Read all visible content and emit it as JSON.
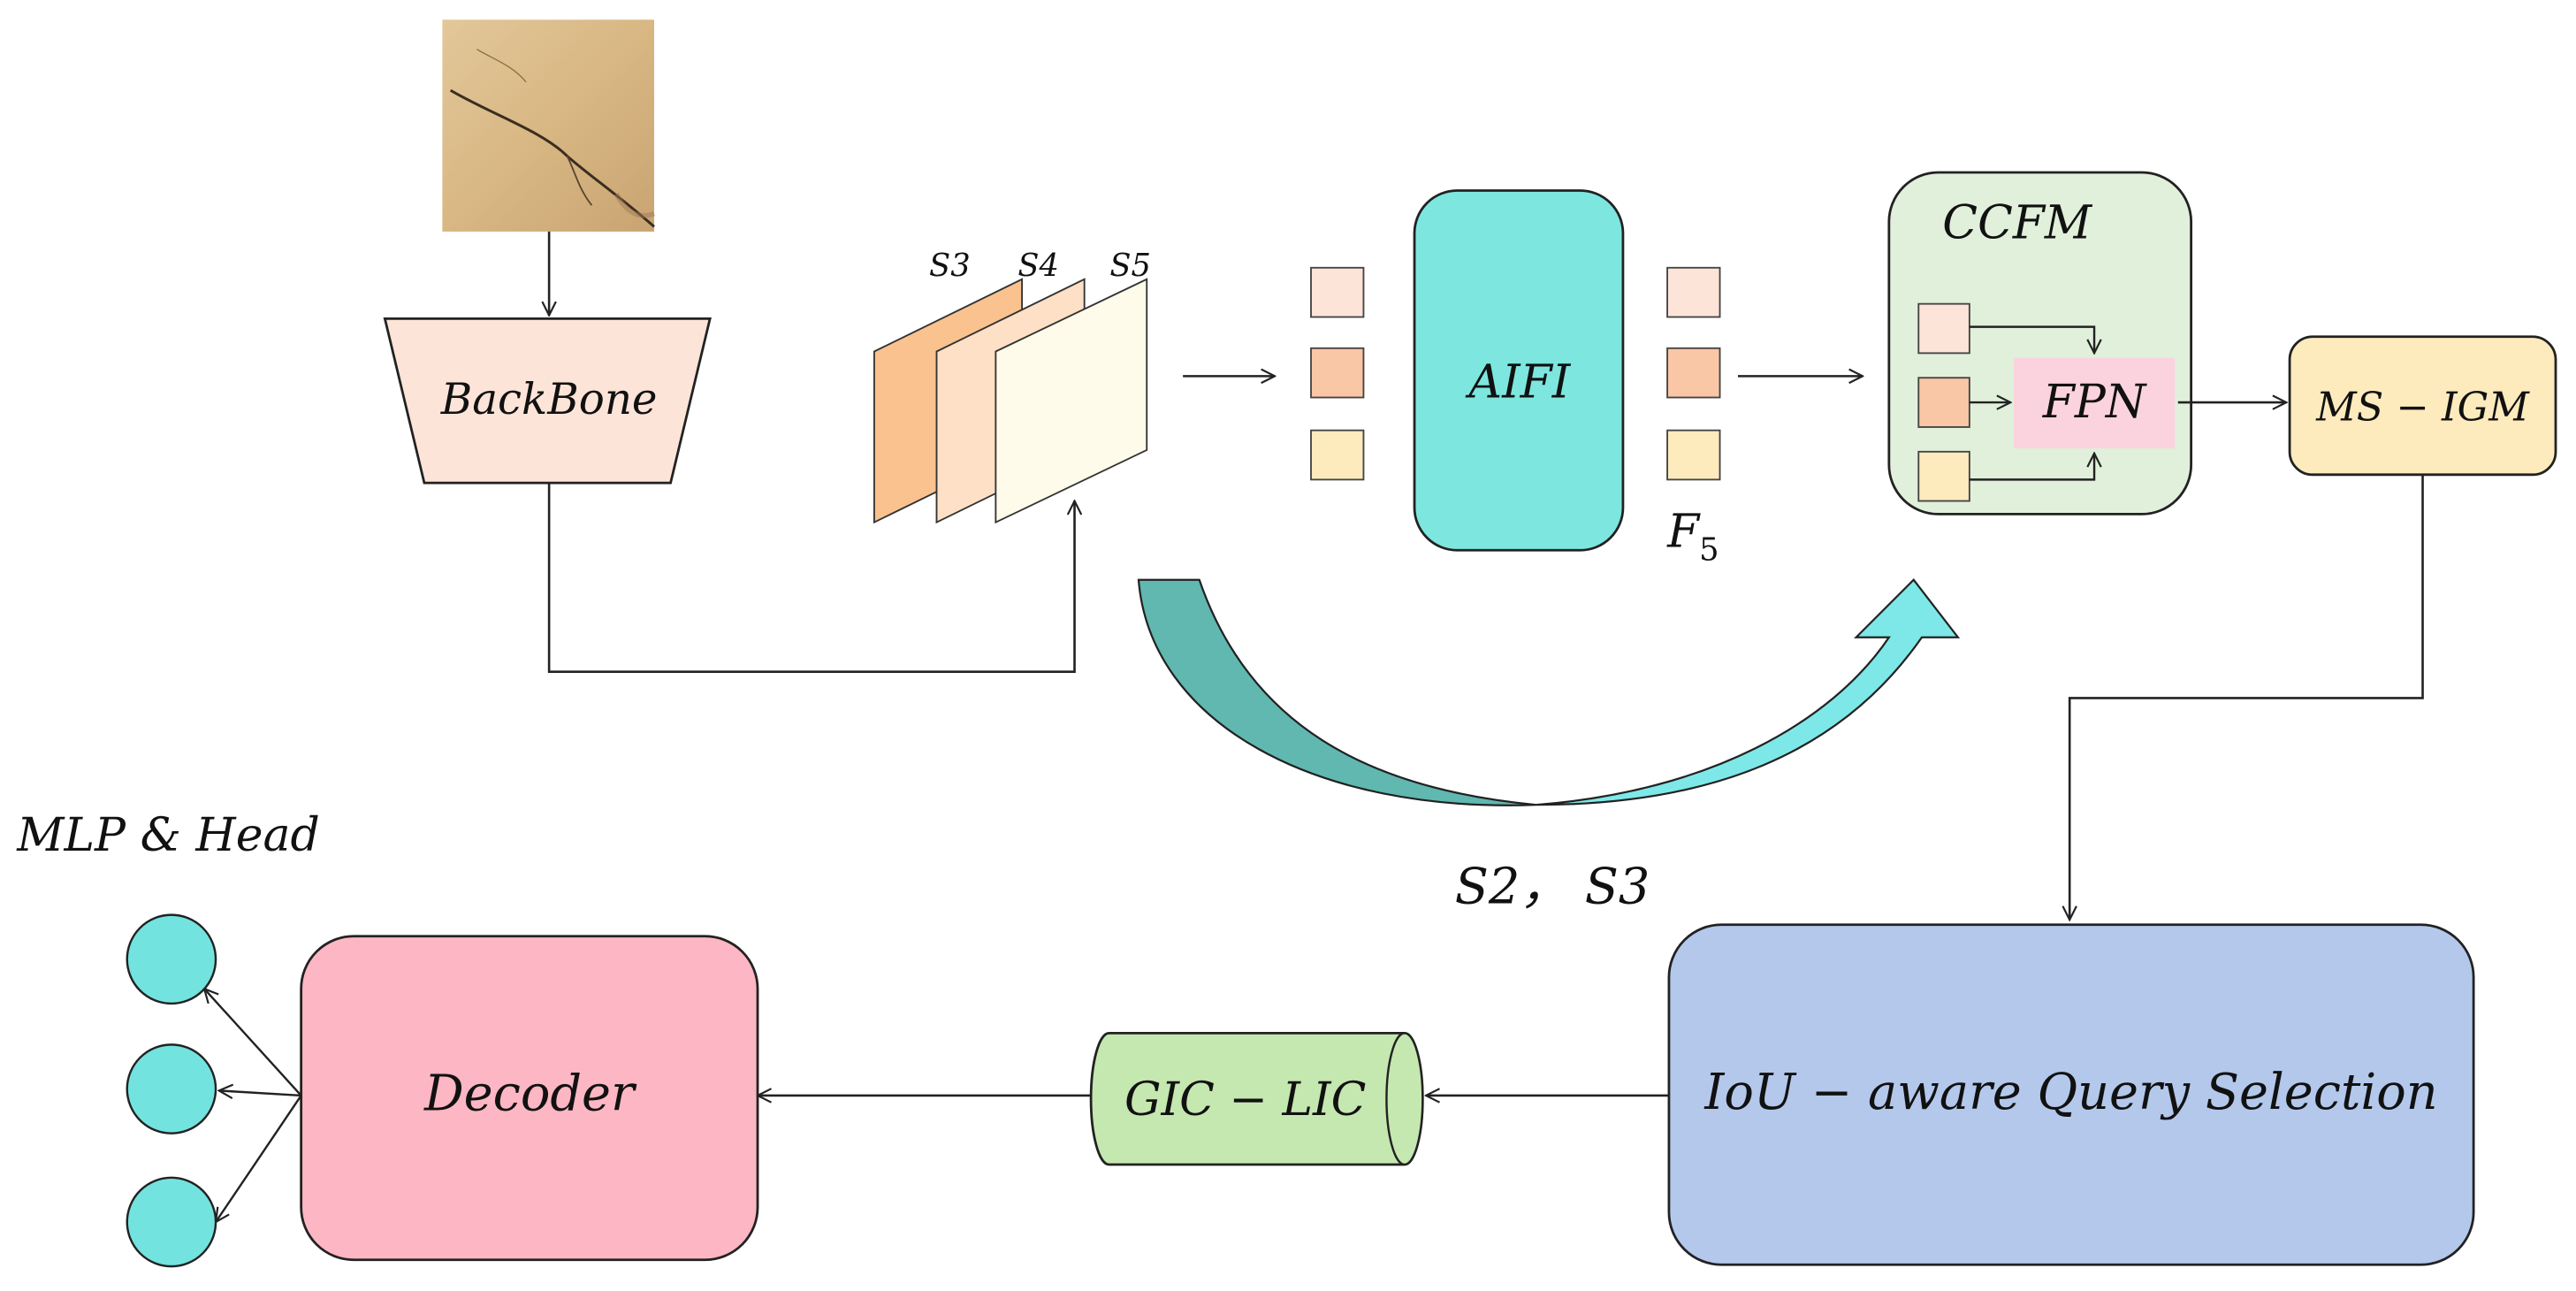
{
  "labels": {
    "backbone": "BackBone",
    "s3": "S3",
    "s4": "S4",
    "s5": "S5",
    "aifi": "AIFI",
    "f5_letter": "F",
    "f5_sub": "5",
    "ccfm": "CCFM",
    "fpn": "FPN",
    "msigm": "MS − IGM",
    "iou": "IoU − aware Query Selection",
    "giclic": "GIC − LIC",
    "decoder": "Decoder",
    "mlp_head": "MLP & Head",
    "s2s3": "S2， S3"
  },
  "colors": {
    "backbone_fill": "#fde4d8",
    "feature_dark": "#fac28f",
    "feature_mid": "#fde0c6",
    "feature_light": "#fffbea",
    "token_light": "#fde4d8",
    "token_mid": "#f9c6a6",
    "token_yellow": "#fdebbd",
    "aifi_fill": "#7de6df",
    "ccfm_fill": "#e0f0da",
    "fpn_fill": "#fbd3df",
    "msigm_fill": "#fdebbd",
    "iou_fill": "#b3c8eb",
    "giclic_fill": "#c4e8b0",
    "decoder_fill": "#fdb6c3",
    "head_circle_fill": "#73e3df",
    "curved_arrow_dark": "#60b8b0",
    "curved_arrow_light": "#7ee8e8",
    "stroke": "#222222"
  },
  "icons": {
    "input_image": "crack-texture-image-icon",
    "head_outputs": "circle-node-icon"
  }
}
